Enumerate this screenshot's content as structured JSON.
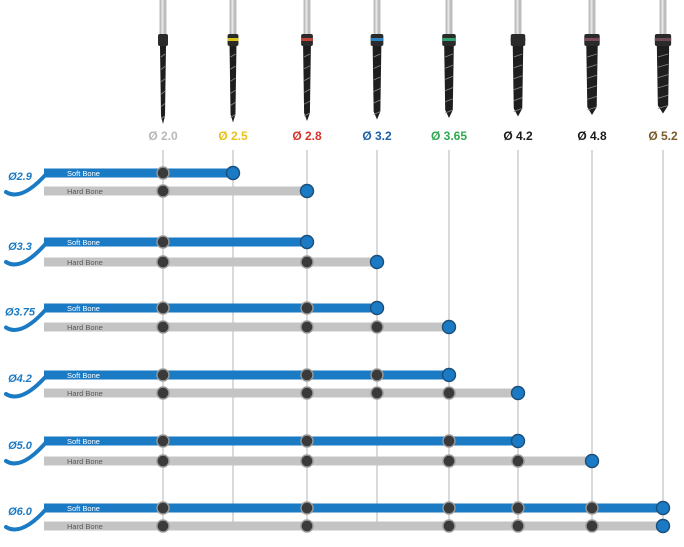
{
  "drills": [
    {
      "label": "Ø 2.0",
      "color": "#b8b8b8",
      "ring": "#2b2b2b"
    },
    {
      "label": "Ø 2.5",
      "color": "#e8c21a",
      "ring": "#d7c21a"
    },
    {
      "label": "Ø 2.8",
      "color": "#d9342b",
      "ring": "#c0443a"
    },
    {
      "label": "Ø 3.2",
      "color": "#1f5fa8",
      "ring": "#2a7fc0"
    },
    {
      "label": "Ø 3.65",
      "color": "#2fa84f",
      "ring": "#2fa070"
    },
    {
      "label": "Ø 4.2",
      "color": "#1a1a1a",
      "ring": "#2b2b2b"
    },
    {
      "label": "Ø 4.8",
      "color": "#1a1a1a",
      "ring": "#7a4a60"
    },
    {
      "label": "Ø 5.2",
      "color": "#7a5a2a",
      "ring": "#6a4a55"
    }
  ],
  "implants": [
    {
      "label": "Ø2.9",
      "soft": [
        0,
        1
      ],
      "hard": [
        0,
        2
      ]
    },
    {
      "label": "Ø3.3",
      "soft": [
        0,
        2
      ],
      "hard": [
        0,
        2,
        3
      ]
    },
    {
      "label": "Ø3.75",
      "soft": [
        0,
        2,
        3
      ],
      "hard": [
        0,
        2,
        3,
        4
      ]
    },
    {
      "label": "Ø4.2",
      "soft": [
        0,
        2,
        3,
        4
      ],
      "hard": [
        0,
        2,
        3,
        4,
        5
      ]
    },
    {
      "label": "Ø5.0",
      "soft": [
        0,
        2,
        4,
        5
      ],
      "hard": [
        0,
        2,
        4,
        5,
        6
      ]
    },
    {
      "label": "Ø6.0",
      "soft": [
        0,
        2,
        4,
        5,
        6,
        7
      ],
      "hard": [
        0,
        2,
        4,
        5,
        6,
        7
      ]
    }
  ],
  "row_labels": {
    "soft": "Soft Bone",
    "hard": "Hard Bone"
  },
  "colors": {
    "soft_bar": "#1b7ac4",
    "hard_bar": "#c4c4c4",
    "node_dark": "#3a3a3a",
    "node_end": "#1b7ac4",
    "badge": "#1b7ac4",
    "grid": "#b5b5b5"
  }
}
